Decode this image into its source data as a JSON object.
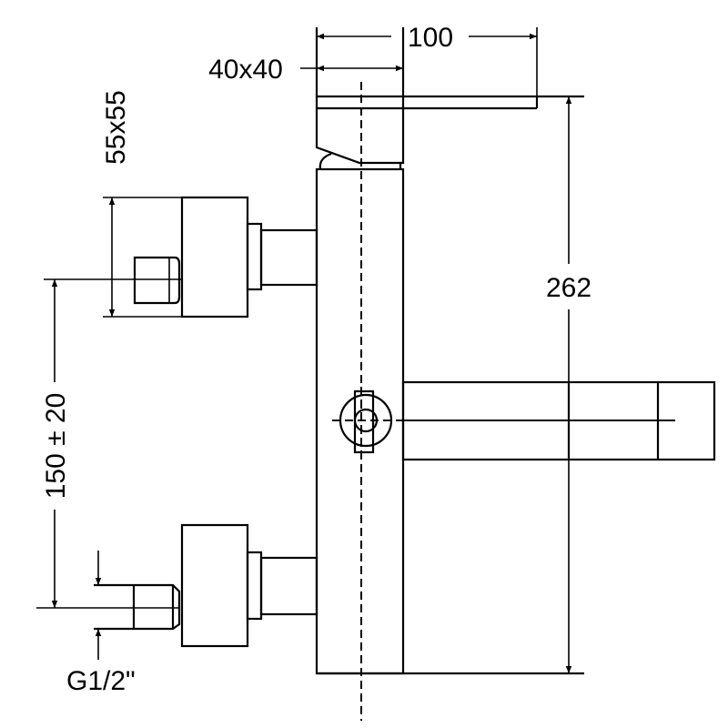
{
  "dimensions": {
    "width_total": "100",
    "lever_section": "40x40",
    "body_section": "55x55",
    "height_total": "262",
    "inlet_spacing": "150 ± 20",
    "thread": "G1/2\""
  },
  "labels": {
    "thread_g": "G",
    "thread_num": "1",
    "thread_slash": "/",
    "thread_den": "2",
    "thread_quote": "“"
  }
}
